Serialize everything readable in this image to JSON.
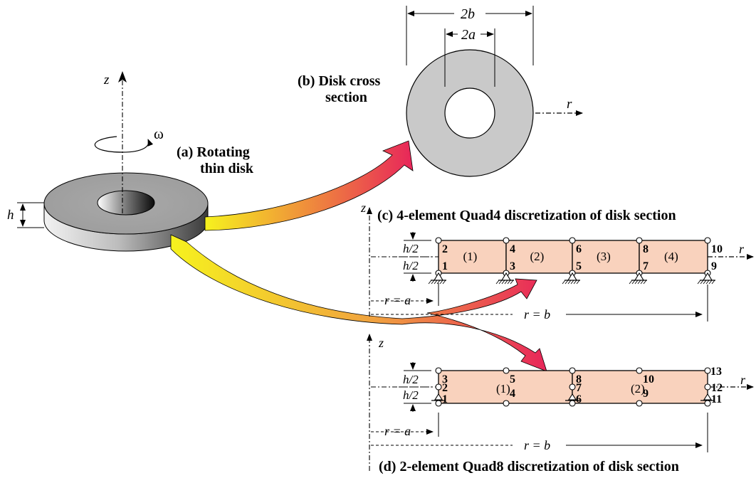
{
  "captions": {
    "a_line1": "(a) Rotating",
    "a_line2": "thin disk",
    "b_line1": "(b) Disk cross",
    "b_line2": "section",
    "c": "(c) 4-element Quad4 discretization of disk section",
    "d": "(d) 2-element Quad8 discretization of disk section"
  },
  "symbols": {
    "z": "z",
    "omega": "ω",
    "h": "h",
    "two_b": "2b",
    "two_a": "2a",
    "r": "r",
    "h_half": "h/2",
    "r_eq_a": "r = a",
    "r_eq_b": "r = b"
  },
  "quad4": {
    "element_labels": [
      "(1)",
      "(2)",
      "(3)",
      "(4)"
    ],
    "top_nodes": [
      "2",
      "4",
      "6",
      "8",
      "10"
    ],
    "bottom_nodes": [
      "1",
      "3",
      "5",
      "7",
      "9"
    ]
  },
  "quad8": {
    "element_labels": [
      "(1)",
      "(2)"
    ],
    "top_nodes": [
      "3",
      "5",
      "8",
      "10",
      "13"
    ],
    "mid_nodes": [
      "2",
      "7",
      "12"
    ],
    "bottom_nodes": [
      "1",
      "4",
      "6",
      "9",
      "11"
    ]
  },
  "colors": {
    "element_fill": "#f9d2bd",
    "disk_gray": "#c9c9c9",
    "arrow_start": "#f6f21e",
    "arrow_end": "#e8265a"
  }
}
